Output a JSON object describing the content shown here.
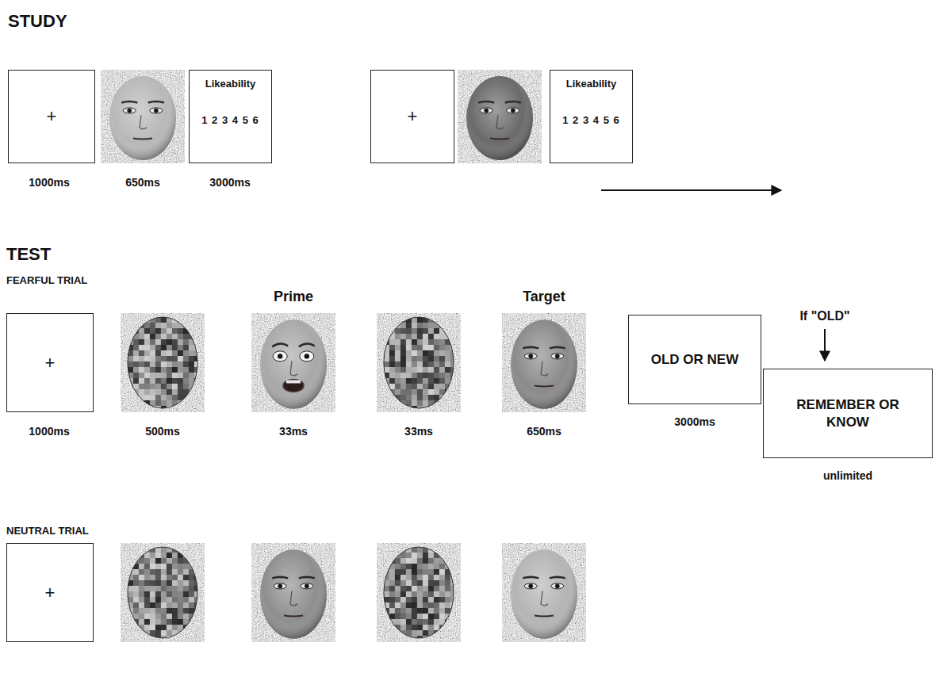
{
  "diagram": {
    "nodes": [
      {
        "text": [
          "+"
        ]
      },
      {
        "text": [
          "Likeability",
          "1 2 3 4 5 6"
        ]
      },
      {
        "text": [
          "+"
        ]
      },
      {
        "text": [
          "Likeability",
          "1 2 3 4 5 6"
        ]
      },
      {
        "text": [
          "+"
        ]
      },
      {
        "text": [
          "OLD OR NEW"
        ]
      },
      {
        "text": [
          "REMEMBER OR KNOW"
        ]
      },
      {
        "text": [
          "+"
        ]
      }
    ],
    "labels": [
      "STUDY",
      "1000ms",
      "650ms",
      "3000ms",
      "TEST",
      "FEARFUL TRIAL",
      "Prime",
      "Target",
      "1000ms",
      "500ms",
      "33ms",
      "33ms",
      "650ms",
      "3000ms",
      "If \"OLD\"",
      "unlimited",
      "NEUTRAL TRIAL"
    ]
  }
}
